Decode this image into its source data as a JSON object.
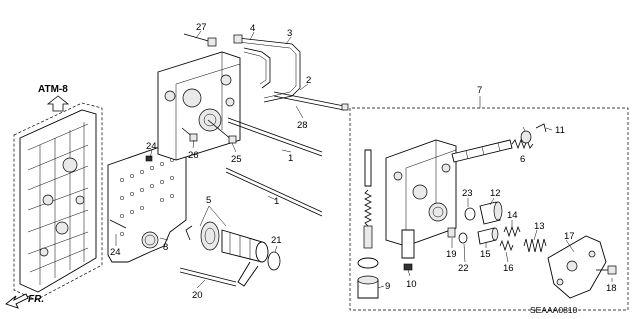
{
  "diagram": {
    "reference_label": "ATM-8",
    "front_label": "FR.",
    "diagram_code": "SEAAA0810",
    "callouts": [
      "1",
      "1",
      "2",
      "3",
      "4",
      "5",
      "6",
      "7",
      "8",
      "9",
      "10",
      "11",
      "12",
      "13",
      "14",
      "15",
      "16",
      "17",
      "18",
      "19",
      "20",
      "21",
      "22",
      "23",
      "24",
      "24",
      "25",
      "26",
      "27",
      "28"
    ]
  }
}
